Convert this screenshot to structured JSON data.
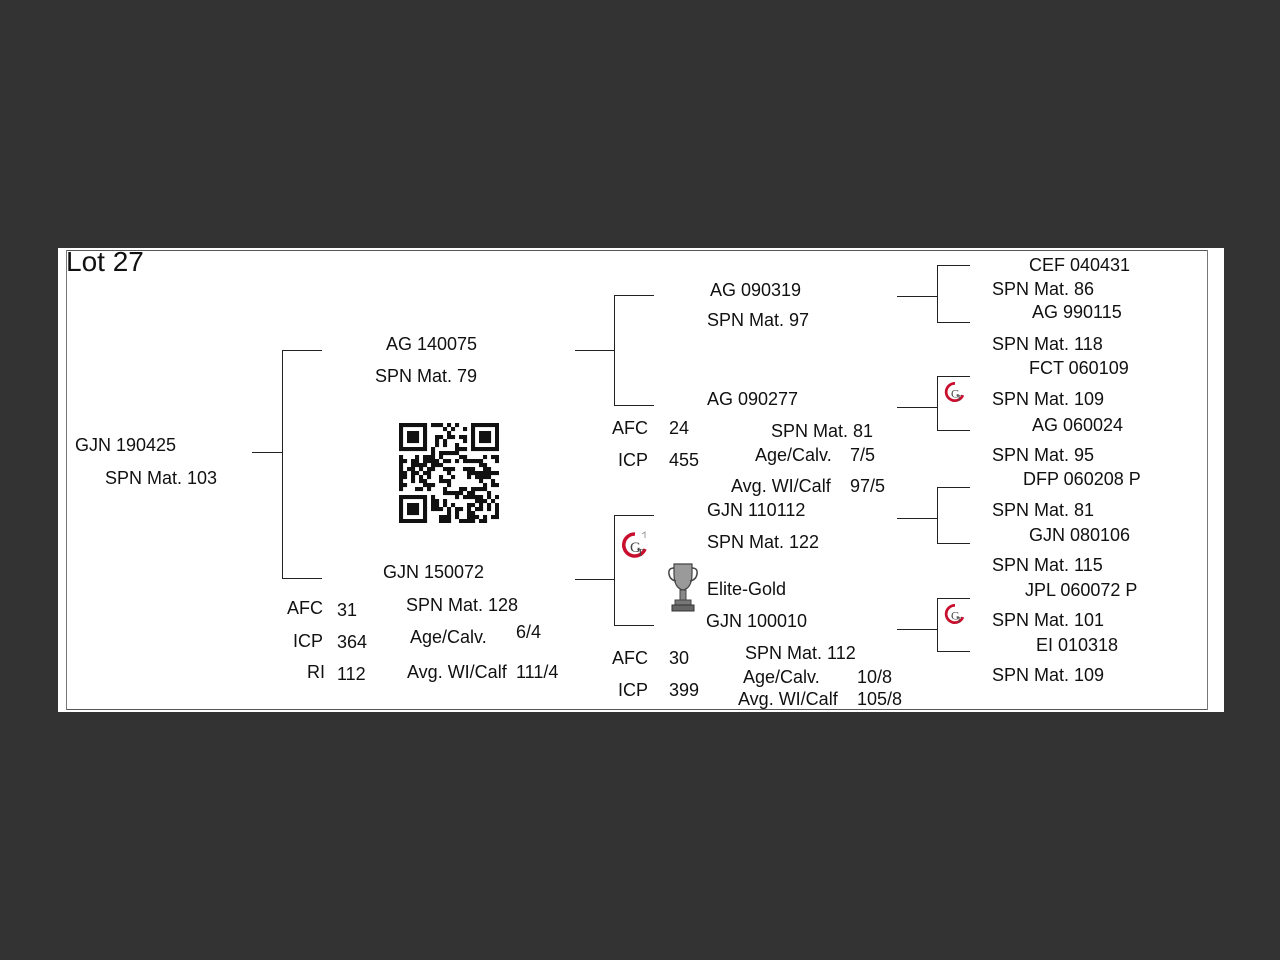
{
  "lot": {
    "label": "Lot 27"
  },
  "subject": {
    "id": "GJN 190425",
    "spn": "SPN Mat. 103"
  },
  "sire": {
    "id": "AG  140075",
    "spn": "SPN Mat. 79",
    "sire": {
      "id": "AG  090319",
      "spn": "SPN Mat. 97",
      "sire": {
        "id": "CEF 040431",
        "spn": "SPN Mat. 86"
      },
      "dam": {
        "id": "AG  990115",
        "spn": "SPN Mat. 118"
      }
    },
    "dam": {
      "id": "AG  090277",
      "spn": "SPN Mat. 81",
      "afc_label": "AFC",
      "afc": "24",
      "icp_label": "ICP",
      "icp": "455",
      "agecalv_label": "Age/Calv.",
      "agecalv": "7/5",
      "avgwi_label": "Avg. WI/Calf",
      "avgwi": "97/5",
      "sire": {
        "id": "FCT 060109",
        "spn": "SPN Mat. 109"
      },
      "dam": {
        "id": "AG  060024",
        "spn": "SPN Mat. 95"
      }
    }
  },
  "dam": {
    "id": "GJN 150072",
    "spn": "SPN Mat. 128",
    "afc_label": "AFC",
    "afc": "31",
    "icp_label": "ICP",
    "icp": "364",
    "ri_label": "RI",
    "ri": "112",
    "agecalv_label": "Age/Calv.",
    "agecalv": "6/4",
    "avgwi_label": "Avg. WI/Calf",
    "avgwi": "111/4",
    "sire": {
      "id": "GJN 110112",
      "spn": "SPN Mat. 122",
      "award": "Elite-Gold",
      "sire": {
        "id": "DFP 060208  P",
        "spn": "SPN Mat. 81"
      },
      "dam": {
        "id": "GJN 080106",
        "spn": "SPN Mat. 115"
      }
    },
    "dam": {
      "id": "GJN 100010",
      "spn": "SPN Mat. 112",
      "afc_label": "AFC",
      "afc": "30",
      "icp_label": "ICP",
      "icp": "399",
      "agecalv_label": "Age/Calv.",
      "agecalv": "10/8",
      "avgwi_label": "Avg. WI/Calf",
      "avgwi": "105/8",
      "sire": {
        "id": "JPL 060072  P",
        "spn": "SPN Mat. 101"
      },
      "dam": {
        "id": "EI  010318",
        "spn": "SPN Mat. 109"
      }
    }
  },
  "colors": {
    "logo_red": "#c8102e",
    "text": "#111111",
    "background": "#333333"
  }
}
